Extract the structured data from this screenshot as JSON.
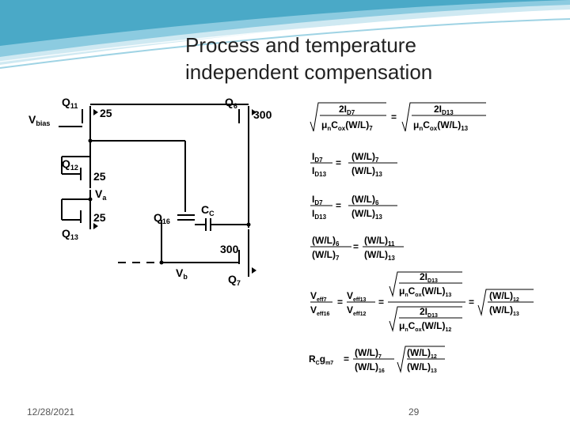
{
  "slide": {
    "title_line1": "Process and temperature",
    "title_line2": "independent compensation",
    "date": "12/28/2021",
    "page_number": "29"
  },
  "circuit": {
    "transistors": [
      {
        "name": "Q",
        "sub": "11",
        "ratio": "25"
      },
      {
        "name": "Q",
        "sub": "6",
        "ratio": "300"
      },
      {
        "name": "Q",
        "sub": "12",
        "ratio": "25"
      },
      {
        "name": "Q",
        "sub": "13",
        "ratio": "25"
      },
      {
        "name": "Q",
        "sub": "16",
        "ratio": ""
      },
      {
        "name": "Q",
        "sub": "7",
        "ratio": "300"
      }
    ],
    "vbias": "V",
    "vbias_sub": "bias",
    "va": "V",
    "va_sub": "a",
    "vb": "V",
    "vb_sub": "b",
    "cc": "C",
    "cc_sub": "C"
  },
  "equations": {
    "eq1_left_num": "2I",
    "eq1_left_num_sub": "D7",
    "eq1_left_den": "μ",
    "eq1_left_den_rest": "C",
    "eq1_right_num_sub": "D13",
    "eq2_lhs_num": "I",
    "eq2_lhs_num_sub": "D7",
    "eq2_lhs_den_sub": "D13",
    "eq2_rhs_num": "(W/L)",
    "eq2_rhs_num_sub": "7",
    "eq2_rhs_den_sub": "13",
    "eq3_rhs_num_sub": "6",
    "eq3_rhs_den_sub": "13",
    "eq4_lhs_num_sub": "6",
    "eq4_lhs_den_sub": "7",
    "eq4_rhs_num_sub": "11",
    "eq4_rhs_den_sub": "13",
    "eq5_vnum": "V",
    "eq5_vnum_sub": "eff7",
    "eq5_vden_sub": "eff16",
    "eq5_v2num_sub": "eff13",
    "eq5_v2den_sub": "eff12",
    "eq5_rnum_sub": "12",
    "eq5_rden_sub": "13",
    "eq6_lhs": "R",
    "eq6_lhs_sub1": "C",
    "eq6_lhs_g": "g",
    "eq6_lhs_sub2": "m7",
    "eq6_num_sub": "7",
    "eq6_den_sub": "16",
    "eq6_rnum_sub": "12",
    "eq6_rden_sub": "13",
    "eq_sign": "=",
    "wl": "(W/L)",
    "muncox": "μ",
    "n": "n",
    "cox": "C",
    "ox": "ox",
    "wl_paren": "(W/L)"
  },
  "colors": {
    "banner_light": "#cfe9f2",
    "banner_mid": "#8ccbe0",
    "banner_dark": "#4aa9c7"
  }
}
